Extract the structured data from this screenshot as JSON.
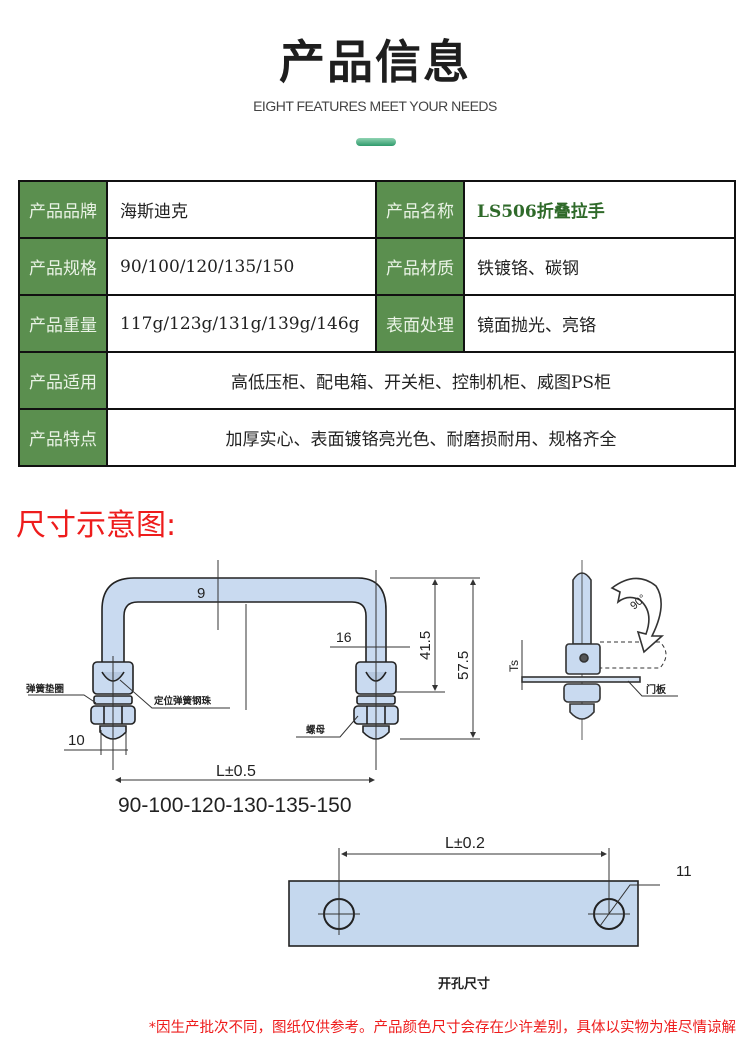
{
  "header": {
    "title": "产品信息",
    "subtitle": "EIGHT FEATURES MEET YOUR NEEDS",
    "accent_color": "#2f9a6c"
  },
  "info_table": {
    "label_bg": "#5b8f4f",
    "rows": [
      {
        "label1": "产品品牌",
        "value1": "海斯迪克",
        "label2": "产品名称",
        "value2": "LS506折叠拉手"
      },
      {
        "label1": "产品规格",
        "value1": "90/100/120/135/150",
        "label2": "产品材质",
        "value2": "铁镀铬、碳钢"
      },
      {
        "label1": "产品重量",
        "value1": "117g/123g/131g/139g/146g",
        "label2": "表面处理",
        "value2": "镜面抛光、亮铬"
      }
    ],
    "wide_rows": [
      {
        "label": "产品适用",
        "value": "高低压柜、配电箱、开关柜、控制机柜、威图PS柜"
      },
      {
        "label": "产品特点",
        "value": "加厚实心、表面镀铬亮光色、耐磨损耐用、规格齐全"
      }
    ]
  },
  "diagram": {
    "section_title": "尺寸示意图:",
    "front_view": {
      "dim_thickness": "9",
      "dim_width": "16",
      "dim_height_inner": "41.5",
      "dim_height_total": "57.5",
      "dim_base": "10",
      "dim_length": "L±0.5",
      "length_options": "90-100-120-130-135-150",
      "label_spring_washer": "弹簧垫圈",
      "label_spring_ball": "定位弹簧钢珠",
      "label_nut": "螺母"
    },
    "side_view": {
      "rotation": "90°",
      "dim_ts": "Ts",
      "label_door_panel": "门板"
    },
    "cutout_view": {
      "dim_length": "L±0.2",
      "dim_hole": "11",
      "caption": "开孔尺寸"
    }
  },
  "footnote": "*因生产批次不同，图纸仅供参考。产品颜色尺寸会存在少许差别，具体以实物为准尽情谅解"
}
